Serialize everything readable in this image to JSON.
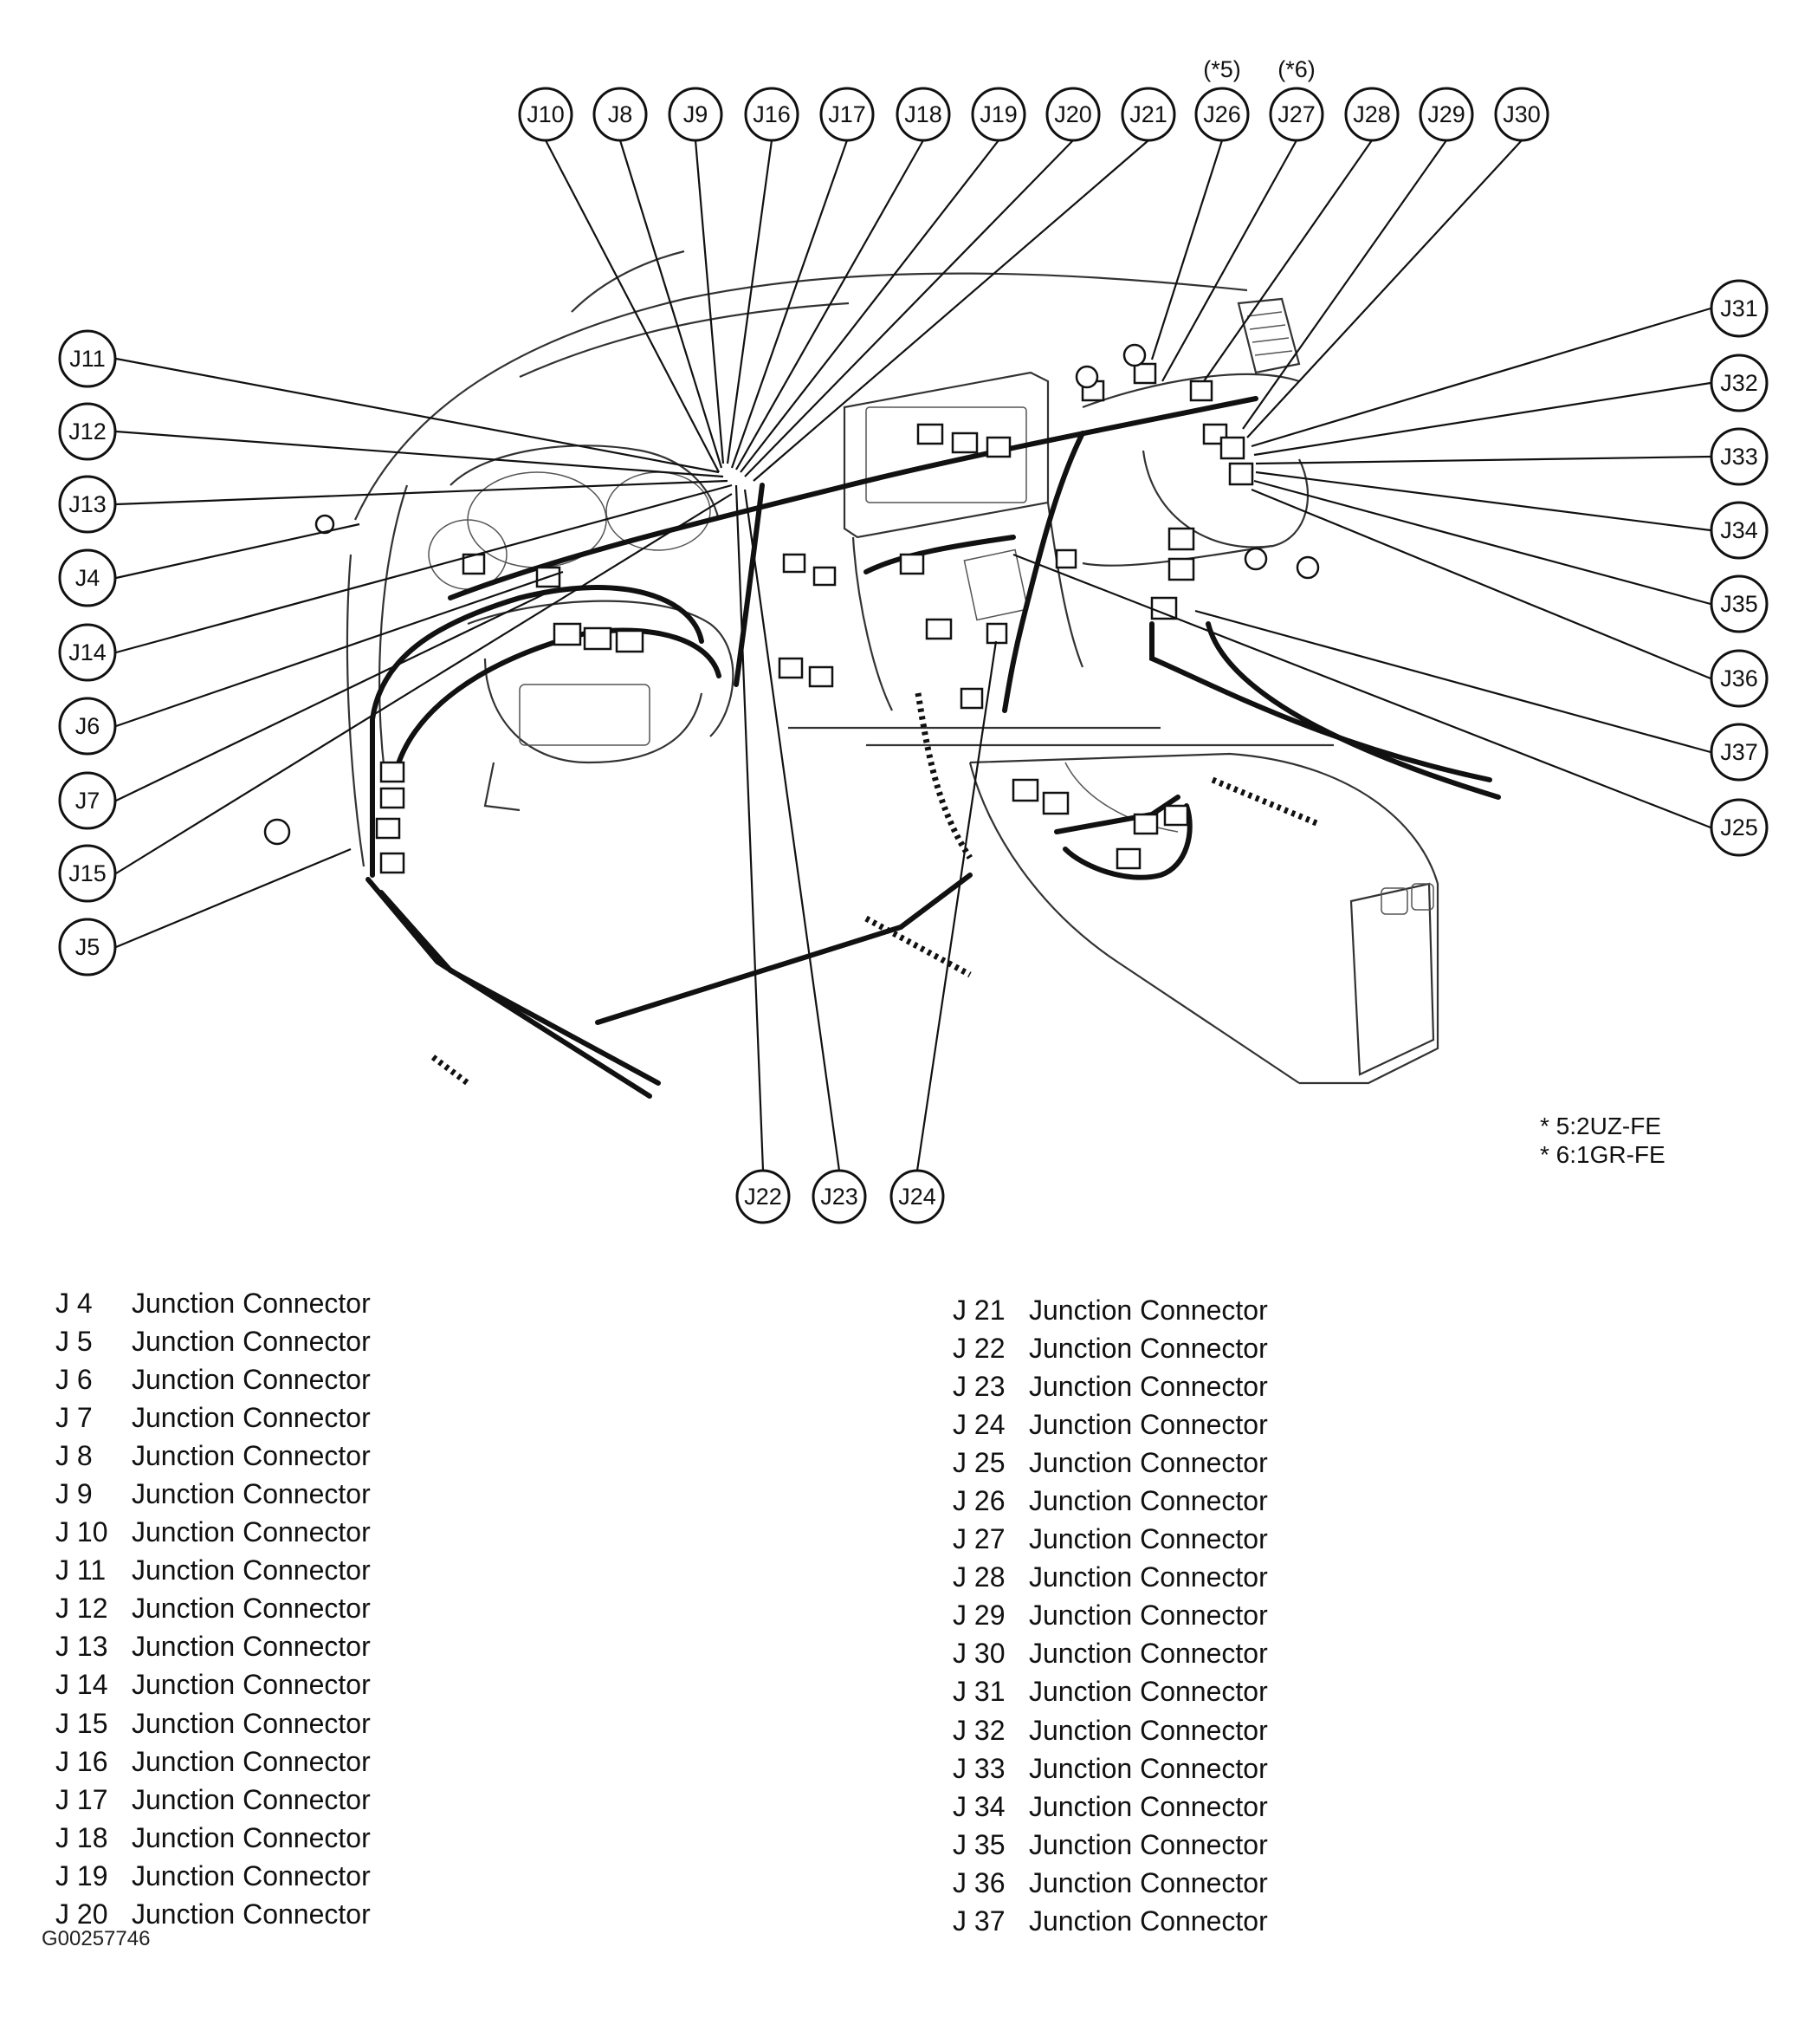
{
  "callouts": [
    {
      "id": "J10",
      "label": "J10"
    },
    {
      "id": "J8",
      "label": "J8"
    },
    {
      "id": "J9",
      "label": "J9"
    },
    {
      "id": "J16",
      "label": "J16"
    },
    {
      "id": "J17",
      "label": "J17"
    },
    {
      "id": "J18",
      "label": "J18"
    },
    {
      "id": "J19",
      "label": "J19"
    },
    {
      "id": "J20",
      "label": "J20"
    },
    {
      "id": "J21",
      "label": "J21"
    },
    {
      "id": "J26",
      "label": "J26"
    },
    {
      "id": "J27",
      "label": "J27"
    },
    {
      "id": "J28",
      "label": "J28"
    },
    {
      "id": "J29",
      "label": "J29"
    },
    {
      "id": "J30",
      "label": "J30"
    },
    {
      "id": "J11",
      "label": "J11"
    },
    {
      "id": "J12",
      "label": "J12"
    },
    {
      "id": "J13",
      "label": "J13"
    },
    {
      "id": "J4",
      "label": "J4"
    },
    {
      "id": "J14",
      "label": "J14"
    },
    {
      "id": "J6",
      "label": "J6"
    },
    {
      "id": "J7",
      "label": "J7"
    },
    {
      "id": "J15",
      "label": "J15"
    },
    {
      "id": "J5",
      "label": "J5"
    },
    {
      "id": "J31",
      "label": "J31"
    },
    {
      "id": "J32",
      "label": "J32"
    },
    {
      "id": "J33",
      "label": "J33"
    },
    {
      "id": "J34",
      "label": "J34"
    },
    {
      "id": "J35",
      "label": "J35"
    },
    {
      "id": "J36",
      "label": "J36"
    },
    {
      "id": "J37",
      "label": "J37"
    },
    {
      "id": "J25",
      "label": "J25"
    },
    {
      "id": "J22",
      "label": "J22"
    },
    {
      "id": "J23",
      "label": "J23"
    },
    {
      "id": "J24",
      "label": "J24"
    }
  ],
  "variant_marks": {
    "j26": "(*5)",
    "j27": "(*6)"
  },
  "footnotes": [
    "* 5:2UZ-FE",
    "* 6:1GR-FE"
  ],
  "legend": {
    "left": [
      {
        "code": "J 4",
        "desc": "Junction Connector"
      },
      {
        "code": "J 5",
        "desc": "Junction Connector"
      },
      {
        "code": "J 6",
        "desc": "Junction Connector"
      },
      {
        "code": "J 7",
        "desc": "Junction Connector"
      },
      {
        "code": "J 8",
        "desc": "Junction Connector"
      },
      {
        "code": "J 9",
        "desc": "Junction Connector"
      },
      {
        "code": "J 10",
        "desc": "Junction Connector"
      },
      {
        "code": "J 11",
        "desc": "Junction Connector"
      },
      {
        "code": "J 12",
        "desc": "Junction Connector"
      },
      {
        "code": "J 13",
        "desc": "Junction Connector"
      },
      {
        "code": "J 14",
        "desc": "Junction Connector"
      },
      {
        "code": "J 15",
        "desc": "Junction Connector"
      },
      {
        "code": "J 16",
        "desc": "Junction Connector"
      },
      {
        "code": "J 17",
        "desc": "Junction Connector"
      },
      {
        "code": "J 18",
        "desc": "Junction Connector"
      },
      {
        "code": "J 19",
        "desc": "Junction Connector"
      },
      {
        "code": "J 20",
        "desc": "Junction Connector"
      }
    ],
    "right": [
      {
        "code": "J 21",
        "desc": "Junction Connector"
      },
      {
        "code": "J 22",
        "desc": "Junction Connector"
      },
      {
        "code": "J 23",
        "desc": "Junction Connector"
      },
      {
        "code": "J 24",
        "desc": "Junction Connector"
      },
      {
        "code": "J 25",
        "desc": "Junction Connector"
      },
      {
        "code": "J 26",
        "desc": "Junction Connector"
      },
      {
        "code": "J 27",
        "desc": "Junction Connector"
      },
      {
        "code": "J 28",
        "desc": "Junction Connector"
      },
      {
        "code": "J 29",
        "desc": "Junction Connector"
      },
      {
        "code": "J 30",
        "desc": "Junction Connector"
      },
      {
        "code": "J 31",
        "desc": "Junction Connector"
      },
      {
        "code": "J 32",
        "desc": "Junction Connector"
      },
      {
        "code": "J 33",
        "desc": "Junction Connector"
      },
      {
        "code": "J 34",
        "desc": "Junction Connector"
      },
      {
        "code": "J 35",
        "desc": "Junction Connector"
      },
      {
        "code": "J 36",
        "desc": "Junction Connector"
      },
      {
        "code": "J 37",
        "desc": "Junction Connector"
      }
    ]
  },
  "figure_id": "G00257746"
}
